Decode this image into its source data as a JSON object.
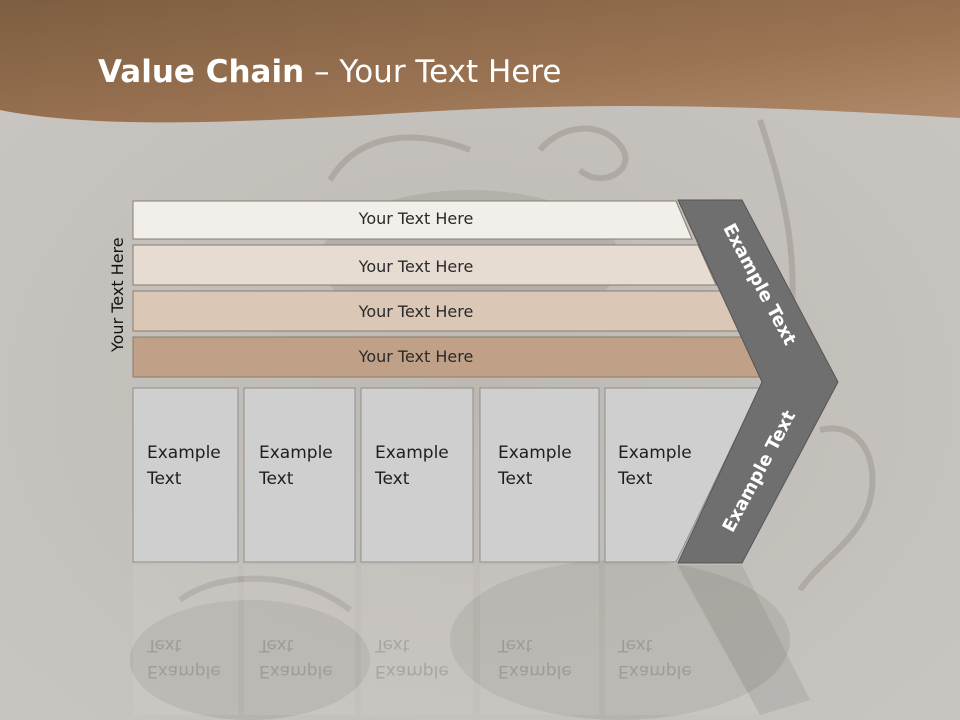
{
  "slide": {
    "title_bold": "Value Chain",
    "title_rest": " – Your Text Here",
    "vertical_label": "Your Text Here",
    "rows": [
      {
        "label": "Your Text Here",
        "fill": "#f1efea"
      },
      {
        "label": "Your Text Here",
        "fill": "#e7dcd1"
      },
      {
        "label": "Your Text Here",
        "fill": "#dac7b5"
      },
      {
        "label": "Your Text Here",
        "fill": "#c0a188"
      }
    ],
    "boxes": [
      {
        "label": "Example\nText"
      },
      {
        "label": "Example\nText"
      },
      {
        "label": "Example\nText"
      },
      {
        "label": "Example\nText"
      },
      {
        "label": "Example\nText"
      }
    ],
    "arrow_upper_label": "Example Text",
    "arrow_lower_label": "Example Text",
    "colors": {
      "header": "#8e6d50",
      "background": "#c6c3bf",
      "box_fill": "#cfcfcf",
      "arrow_fill": "#6f6f6f"
    }
  }
}
